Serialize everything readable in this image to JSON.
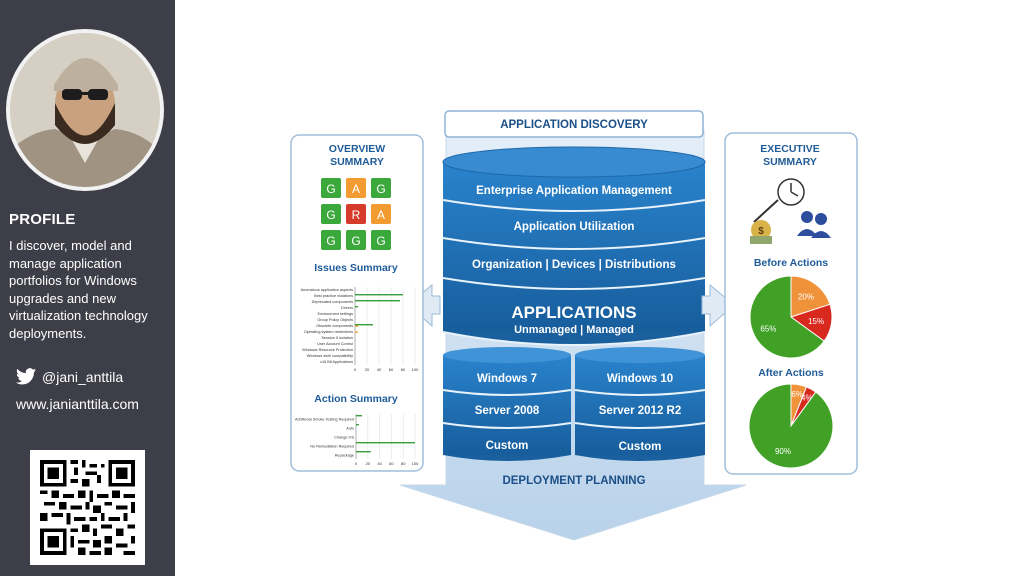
{
  "sidebar": {
    "profile_heading": "PROFILE",
    "profile_text": "I discover, model and manage application portfolios for Windows upgrades and new virtualization technology deployments.",
    "twitter_handle": "@jani_anttila",
    "website": "www.janianttila.com"
  },
  "diagram": {
    "top_banner": "APPLICATION DISCOVERY",
    "bottom_banner": "DEPLOYMENT PLANNING",
    "cylinder_layers": [
      "Enterprise Application Management",
      "Application Utilization",
      "Organization | Devices | Distributions"
    ],
    "center_title": "APPLICATIONS",
    "center_subtitle": "Unmanaged | Managed",
    "left_column": [
      "Windows 7",
      "Server 2008",
      "Custom"
    ],
    "right_column": [
      "Windows 10",
      "Server 2012 R2",
      "Custom"
    ],
    "left_panel": {
      "title_line1": "OVERVIEW",
      "title_line2": "SUMMARY",
      "grid": [
        [
          "G",
          "A",
          "G"
        ],
        [
          "G",
          "R",
          "A"
        ],
        [
          "G",
          "G",
          "G"
        ]
      ],
      "issues_title": "Issues Summary",
      "issues_labels": [
        "Anomalous application aspects",
        "Best practice violations",
        "Deprecated components",
        "Drivers",
        "Environment settings",
        "Group Policy Objects",
        "Obsolete components",
        "Operating system restrictions",
        "Session 0 isolation",
        "User Account Control",
        "Windows Resource Protection",
        "Windows shell compatibility",
        "x16 Bit Applications"
      ],
      "issues_ticks": [
        "0",
        "20",
        "40",
        "60",
        "80",
        "100"
      ],
      "action_title": "Action Summary",
      "action_labels": [
        "Additional Smoke Testing Required",
        "Auto",
        "Change OS",
        "No Remediation Required",
        "Repackage"
      ],
      "action_ticks": [
        "0",
        "20",
        "40",
        "60",
        "80",
        "100"
      ]
    },
    "right_panel": {
      "title_line1": "EXECUTIVE",
      "title_line2": "SUMMARY",
      "before_title": "Before Actions",
      "after_title": "After Actions"
    },
    "colors": {
      "blue": "#1f72b8",
      "dark_blue": "#0f4f8a",
      "green": "#3c9b2e",
      "orange": "#f0923a",
      "red": "#d8291f"
    }
  },
  "chart_data": [
    {
      "type": "pie",
      "title": "Before Actions",
      "categories": [
        "65%",
        "20%",
        "15%"
      ],
      "values": [
        65,
        20,
        15
      ],
      "colors": [
        "#41a126",
        "#f0923a",
        "#d8291f"
      ]
    },
    {
      "type": "pie",
      "title": "After Actions",
      "categories": [
        "90%",
        "6%",
        "4%"
      ],
      "values": [
        90,
        6,
        4
      ],
      "colors": [
        "#41a126",
        "#f0923a",
        "#d8291f"
      ]
    },
    {
      "type": "bar",
      "title": "Issues Summary",
      "categories": [
        "Anomalous application aspects",
        "Best practice violations",
        "Deprecated components",
        "Drivers",
        "Environment settings",
        "Group Policy Objects",
        "Obsolete components",
        "Operating system restrictions",
        "Session 0 isolation",
        "User Account Control",
        "Windows Resource Protection",
        "Windows shell compatibility",
        "x16 Bit Applications"
      ],
      "series": [
        {
          "values": [
            0,
            80,
            75,
            5,
            0,
            0,
            30,
            0,
            0,
            0,
            0,
            0,
            0
          ]
        },
        {
          "values": [
            0,
            0,
            0,
            0,
            0,
            0,
            5,
            5,
            0,
            0,
            0,
            0,
            0
          ]
        }
      ],
      "ylim": [
        0,
        100
      ]
    },
    {
      "type": "bar",
      "title": "Action Summary",
      "categories": [
        "Additional Smoke Testing Required",
        "Auto",
        "Change OS",
        "No Remediation Required",
        "Repackage"
      ],
      "series": [
        {
          "values": [
            10,
            5,
            0,
            100,
            25
          ]
        }
      ],
      "ylim": [
        0,
        100
      ]
    }
  ]
}
